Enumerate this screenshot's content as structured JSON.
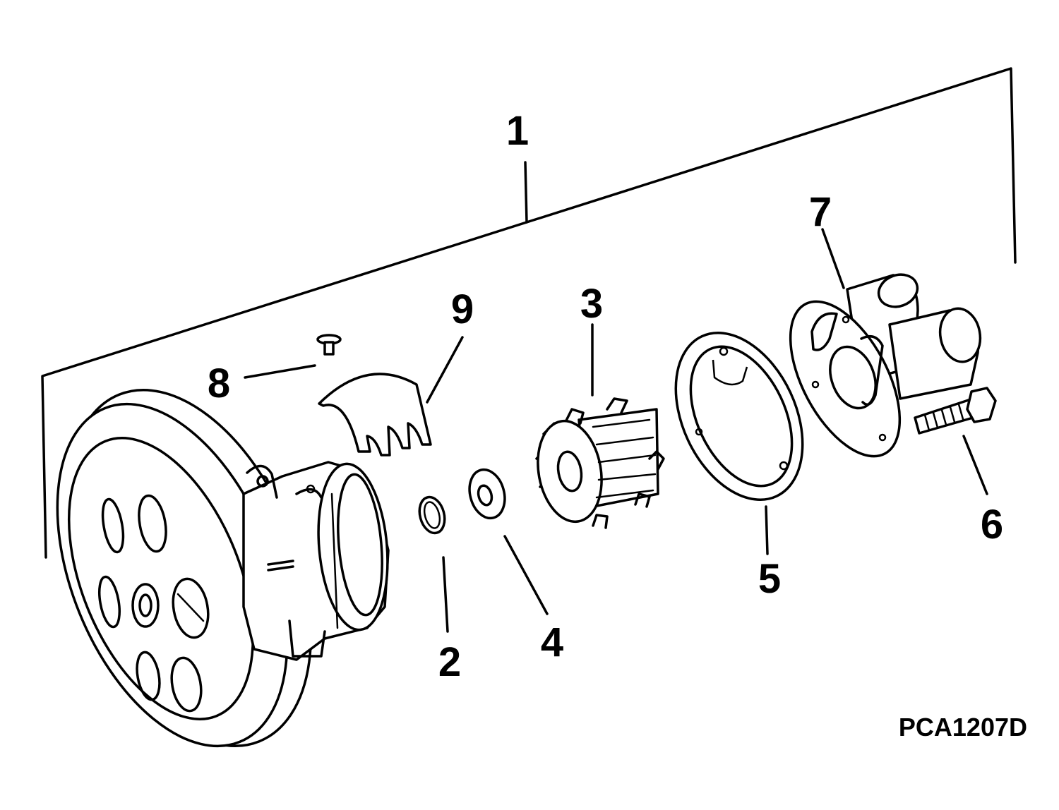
{
  "figure_code": "PCA1207D",
  "callouts": [
    {
      "id": "1",
      "text": "1"
    },
    {
      "id": "2",
      "text": "2"
    },
    {
      "id": "3",
      "text": "3"
    },
    {
      "id": "4",
      "text": "4"
    },
    {
      "id": "5",
      "text": "5"
    },
    {
      "id": "6",
      "text": "6"
    },
    {
      "id": "7",
      "text": "7"
    },
    {
      "id": "8",
      "text": "8"
    },
    {
      "id": "9",
      "text": "9"
    }
  ]
}
